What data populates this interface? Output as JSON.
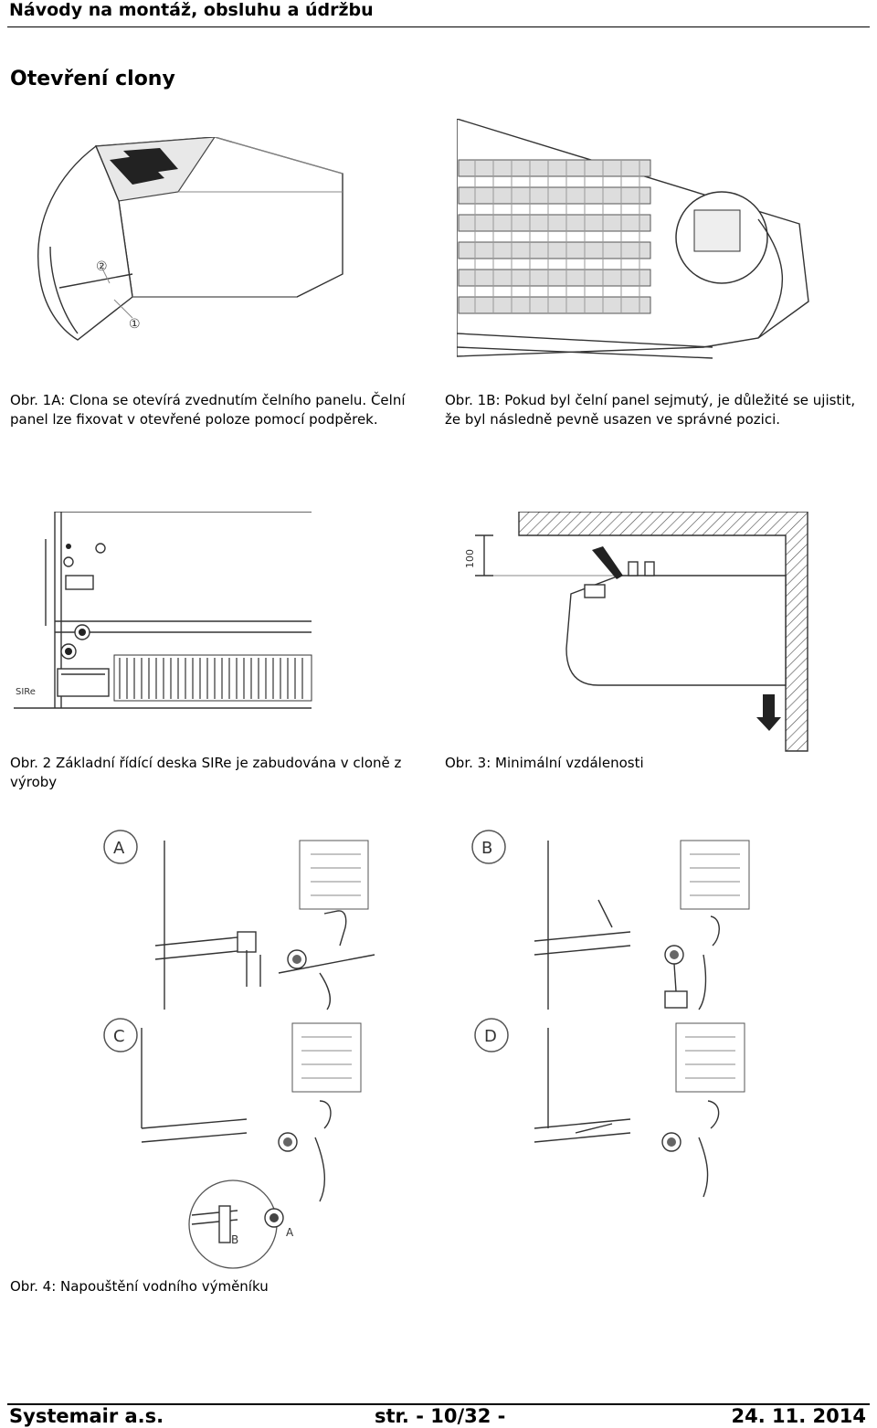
{
  "header": {
    "title": "Návody na montáž, obsluhu a údržbu"
  },
  "section": {
    "title": "Otevření clony"
  },
  "figures": {
    "fig1a": {
      "caption": "Obr. 1A: Clona se otevírá zvednutím čelního panelu. Čelní panel lze fixovat v otevřené poloze pomocí podpěrek.",
      "markers": [
        "②",
        "①"
      ]
    },
    "fig1b": {
      "caption": "Obr. 1B: Pokud byl čelní panel sejmutý, je důležité se ujistit, že byl následně pevně usazen ve správné pozici."
    },
    "fig2": {
      "caption": "Obr. 2 Základní řídící deska SIRe je zabudována v cloně z výroby",
      "label": "SIRe"
    },
    "fig3": {
      "caption": "Obr. 3: Minimální vzdálenosti",
      "dimension": "100"
    },
    "fig4": {
      "caption": "Obr. 4: Napouštění vodního výměníku",
      "panels": [
        "A",
        "B",
        "C",
        "D"
      ],
      "detail_labels": [
        "B",
        "A"
      ]
    }
  },
  "footer": {
    "company": "Systemair a.s.",
    "page": "str. - 10/32 -",
    "date": "24. 11. 2014"
  }
}
